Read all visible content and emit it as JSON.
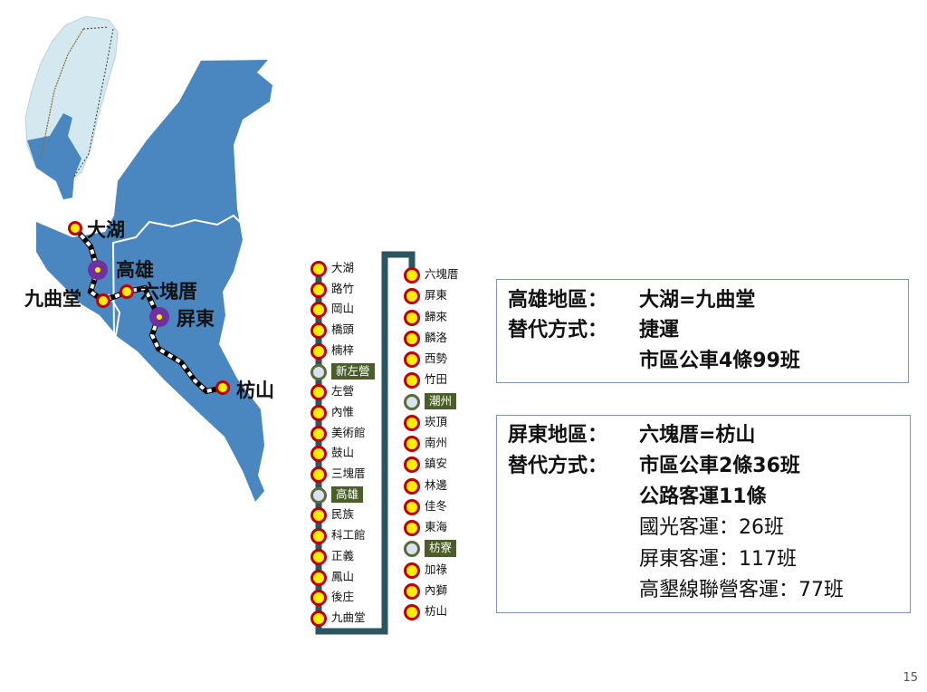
{
  "map": {
    "labels": {
      "dahu": "大湖",
      "kaohsiung": "高雄",
      "jiuqutang": "九曲堂",
      "liukuaicuo": "六塊厝",
      "pingtung": "屏東",
      "fangshan": "枋山"
    },
    "colors": {
      "region": "#4a86c0",
      "inset": "#d4e8ef",
      "station_fill": "#ffee00",
      "station_ring": "#c00000",
      "hub": "#7030a0"
    }
  },
  "stations": {
    "left": [
      {
        "name": "大湖",
        "major": false
      },
      {
        "name": "路竹",
        "major": false
      },
      {
        "name": "岡山",
        "major": false
      },
      {
        "name": "橋頭",
        "major": false
      },
      {
        "name": "楠梓",
        "major": false
      },
      {
        "name": "新左營",
        "major": true
      },
      {
        "name": "左營",
        "major": false
      },
      {
        "name": "內惟",
        "major": false
      },
      {
        "name": "美術館",
        "major": false
      },
      {
        "name": "鼓山",
        "major": false
      },
      {
        "name": "三塊厝",
        "major": false
      },
      {
        "name": "高雄",
        "major": true
      },
      {
        "name": "民族",
        "major": false
      },
      {
        "name": "科工館",
        "major": false
      },
      {
        "name": "正義",
        "major": false
      },
      {
        "name": "鳳山",
        "major": false
      },
      {
        "name": "後庄",
        "major": false
      },
      {
        "name": "九曲堂",
        "major": false
      }
    ],
    "right": [
      {
        "name": "六塊厝",
        "major": false
      },
      {
        "name": "屏東",
        "major": false
      },
      {
        "name": "歸來",
        "major": false
      },
      {
        "name": "麟洛",
        "major": false
      },
      {
        "name": "西勢",
        "major": false
      },
      {
        "name": "竹田",
        "major": false
      },
      {
        "name": "潮州",
        "major": true
      },
      {
        "name": "崁頂",
        "major": false
      },
      {
        "name": "南州",
        "major": false
      },
      {
        "name": "鎮安",
        "major": false
      },
      {
        "name": "林邊",
        "major": false
      },
      {
        "name": "佳冬",
        "major": false
      },
      {
        "name": "東海",
        "major": false
      },
      {
        "name": "枋寮",
        "major": true
      },
      {
        "name": "加祿",
        "major": false
      },
      {
        "name": "內獅",
        "major": false
      },
      {
        "name": "枋山",
        "major": false
      }
    ]
  },
  "box1": {
    "l1_label": "高雄地區：",
    "l1_value": "大湖=九曲堂",
    "l2_label": "替代方式：",
    "l2_value": "捷運",
    "l3_value": "市區公車4條99班"
  },
  "box2": {
    "l1_label": "屏東地區：",
    "l1_value": "六塊厝=枋山",
    "l2_label": "替代方式：",
    "l2_value": "市區公車2條36班",
    "l3_value": "公路客運11條",
    "l4_value": "國光客運：26班",
    "l5_value": "屏東客運：117班",
    "l6_value": "高墾線聯營客運：77班"
  },
  "page_number": "15"
}
